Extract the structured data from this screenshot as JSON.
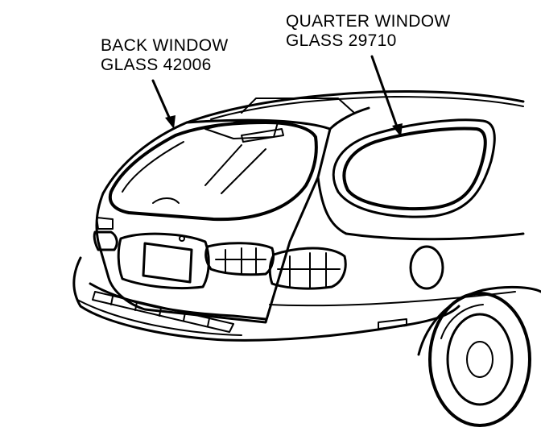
{
  "labels": {
    "back_window": {
      "line1": "BACK WINDOW",
      "line2": "GLASS 42006"
    },
    "quarter_window": {
      "line1": "QUARTER WINDOW",
      "line2": "GLASS 29710"
    }
  },
  "colors": {
    "ink": "#000000",
    "paper": "#ffffff"
  }
}
